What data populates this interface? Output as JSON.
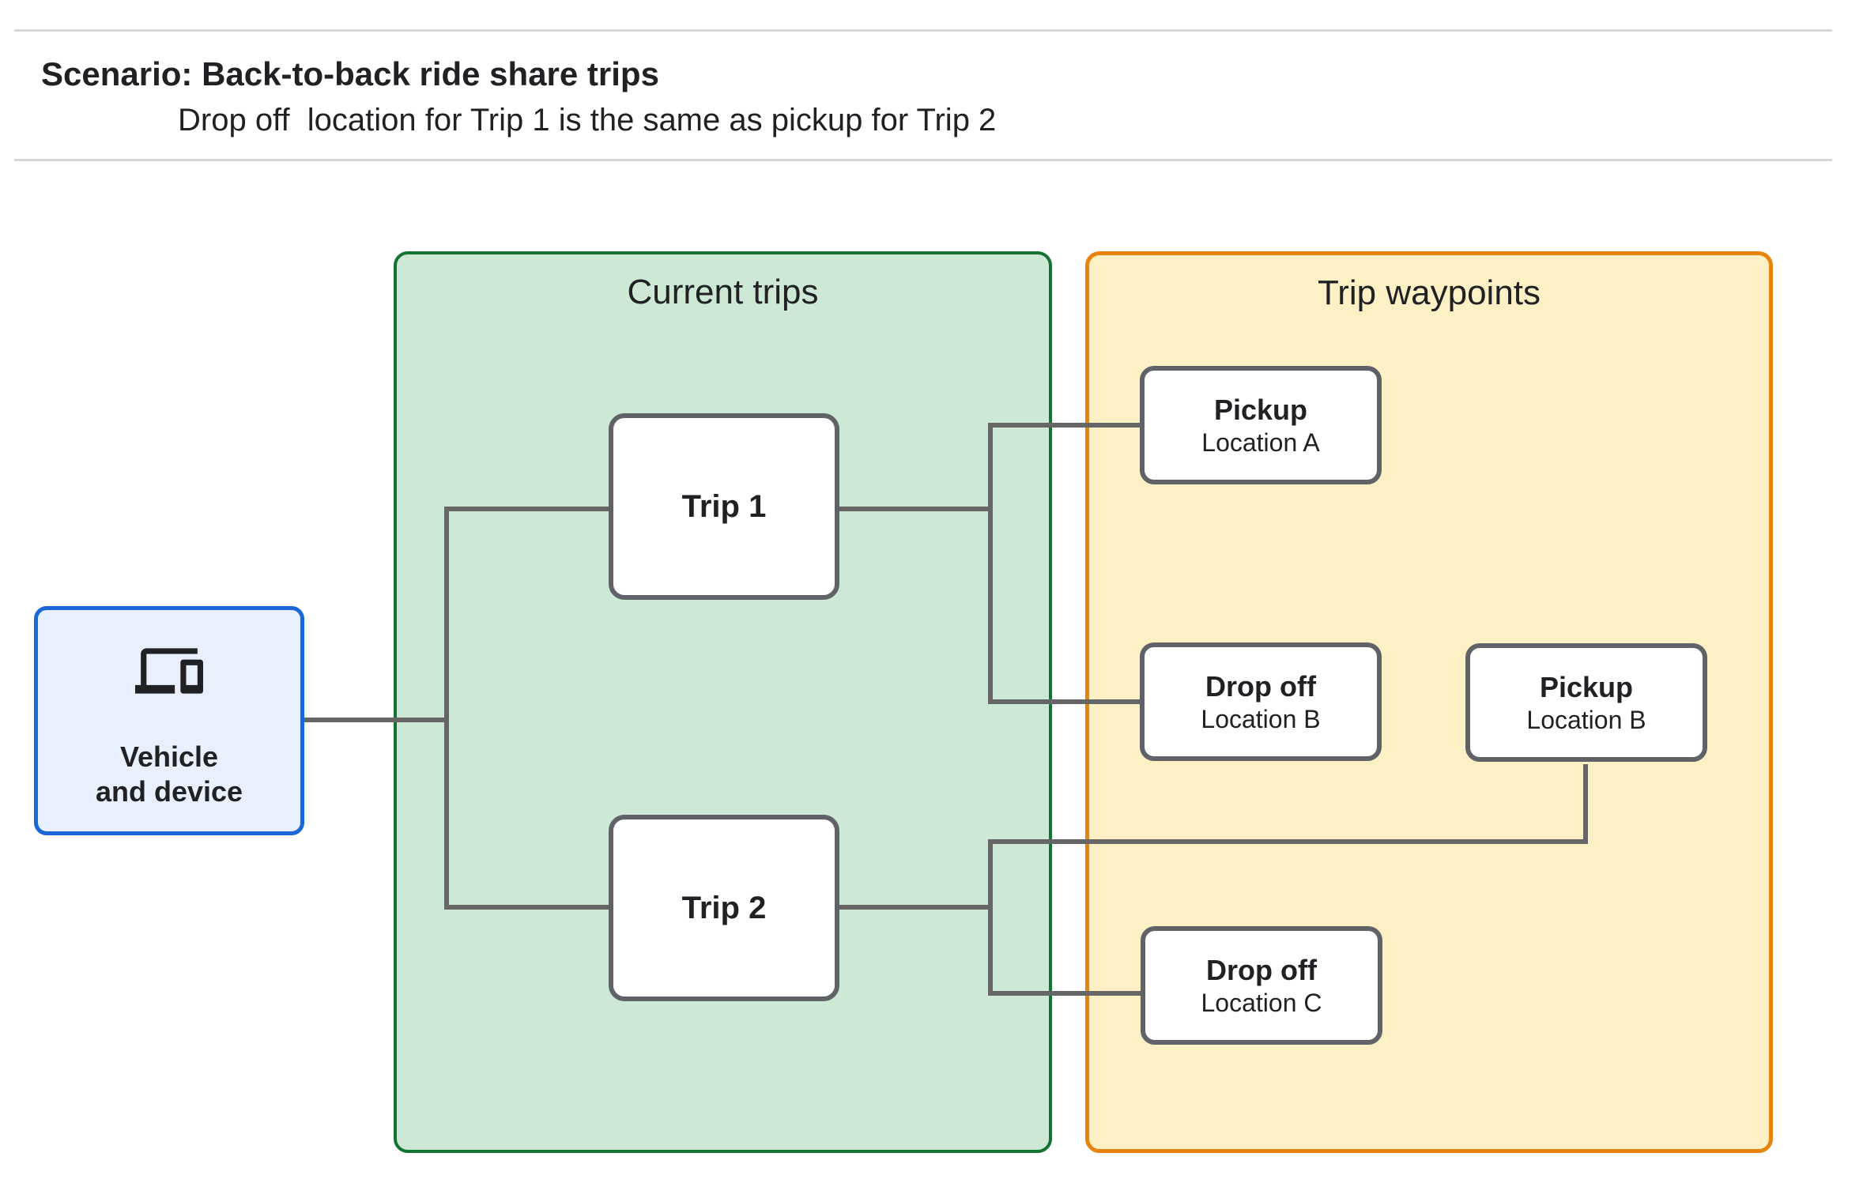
{
  "header": {
    "title": "Scenario: Back-to-back ride share trips",
    "subtitle": "Drop off  location for Trip 1 is the same as pickup for Trip 2"
  },
  "vehicle": {
    "icon": "devices-icon",
    "line1": "Vehicle",
    "line2": "and device"
  },
  "panels": {
    "current_trips": {
      "title": "Current trips",
      "trips": [
        {
          "label": "Trip 1"
        },
        {
          "label": "Trip 2"
        }
      ]
    },
    "trip_waypoints": {
      "title": "Trip waypoints",
      "waypoints": [
        {
          "type": "Pickup",
          "location": "Location A"
        },
        {
          "type": "Drop off",
          "location": "Location B"
        },
        {
          "type": "Pickup",
          "location": "Location B"
        },
        {
          "type": "Drop off",
          "location": "Location C"
        }
      ]
    }
  },
  "colors": {
    "current_trips_fill": "#cee8d6",
    "current_trips_border": "#137333",
    "trip_waypoints_fill": "#fdf0c5",
    "trip_waypoints_border": "#e8840d",
    "vehicle_fill": "#e9f0fd",
    "vehicle_border": "#1a67d8",
    "node_border": "#5f6368",
    "connector": "#666666"
  }
}
